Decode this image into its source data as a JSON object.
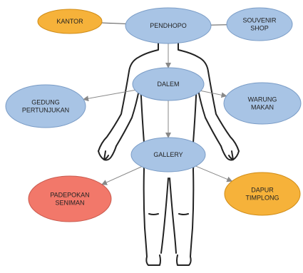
{
  "colors": {
    "blue": "#A8C4E5",
    "blue_stroke": "#7A9CC6",
    "orange": "#F6B23A",
    "orange_stroke": "#D08C17",
    "red": "#F2786A",
    "red_stroke": "#C95A4E",
    "outline": "#222222",
    "connector": "#888888"
  },
  "nodes": {
    "kantor": {
      "lines": [
        "KANTOR"
      ]
    },
    "pendhopo": {
      "lines": [
        "PENDHOPO"
      ]
    },
    "souvenir": {
      "lines": [
        "SOUVENIR",
        "SHOP"
      ]
    },
    "dalem": {
      "lines": [
        "DALEM"
      ]
    },
    "gedung": {
      "lines": [
        "GEDUNG",
        "PERTUNJUKAN"
      ]
    },
    "warung": {
      "lines": [
        "WARUNG",
        "MAKAN"
      ]
    },
    "gallery": {
      "lines": [
        "GALLERY"
      ]
    },
    "padepokan": {
      "lines": [
        "PADEPOKAN",
        "SENIMAN"
      ]
    },
    "dapur": {
      "lines": [
        "DAPUR",
        "TIMPLONG"
      ]
    }
  },
  "edges": [
    {
      "from": "kantor",
      "to": "pendhopo",
      "arrow": false
    },
    {
      "from": "pendhopo",
      "to": "souvenir",
      "arrow": false
    },
    {
      "from": "pendhopo",
      "to": "dalem",
      "arrow": true
    },
    {
      "from": "dalem",
      "to": "gedung",
      "arrow": true
    },
    {
      "from": "dalem",
      "to": "warung",
      "arrow": true
    },
    {
      "from": "dalem",
      "to": "gallery",
      "arrow": true
    },
    {
      "from": "gallery",
      "to": "padepokan",
      "arrow": true
    },
    {
      "from": "gallery",
      "to": "dapur",
      "arrow": true
    }
  ]
}
